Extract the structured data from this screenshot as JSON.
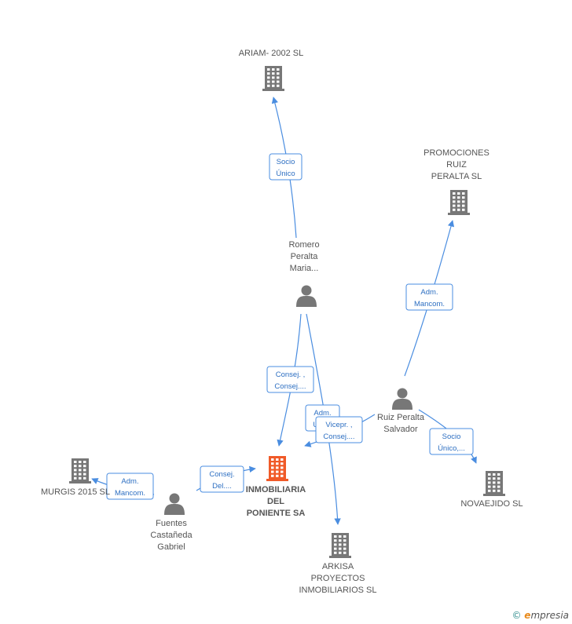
{
  "colors": {
    "edge": "#4a8de0",
    "edge_text": "#2d6fc2",
    "node_gray": "#777777",
    "node_main": "#f05a28"
  },
  "nodes": [
    {
      "id": "ariam",
      "kind": "company",
      "label_lines": [
        "ARIAM- 2002 SL"
      ]
    },
    {
      "id": "promociones",
      "kind": "company",
      "label_lines": [
        "PROMOCIONES",
        "RUIZ",
        "PERALTA SL"
      ]
    },
    {
      "id": "romero",
      "kind": "person",
      "label_lines": [
        "Romero",
        "Peralta",
        "Maria..."
      ]
    },
    {
      "id": "ruiz",
      "kind": "person",
      "label_lines": [
        "Ruiz Peralta",
        "Salvador"
      ]
    },
    {
      "id": "murgis",
      "kind": "company",
      "label_lines": [
        "MURGIS 2015 SL"
      ]
    },
    {
      "id": "inmobiliaria",
      "kind": "company-main",
      "label_lines": [
        "INMOBILIARIA",
        "DEL",
        "PONIENTE SA"
      ]
    },
    {
      "id": "fuentes",
      "kind": "person",
      "label_lines": [
        "Fuentes",
        "Castañeda",
        "Gabriel"
      ]
    },
    {
      "id": "novaejido",
      "kind": "company",
      "label_lines": [
        "NOVAEJIDO SL"
      ]
    },
    {
      "id": "arkisa",
      "kind": "company",
      "label_lines": [
        "ARKISA",
        "PROYECTOS",
        "INMOBILIARIOS SL"
      ]
    }
  ],
  "edges": [
    {
      "from": "romero",
      "to": "ariam",
      "label_lines": [
        "Socio",
        "Único"
      ]
    },
    {
      "from": "ruiz",
      "to": "promociones",
      "label_lines": [
        "Adm.",
        "Mancom."
      ]
    },
    {
      "from": "romero",
      "to": "inmobiliaria",
      "label_lines": [
        "Consej. ,",
        "Consej...."
      ]
    },
    {
      "from": "romero",
      "to": "arkisa",
      "label_lines": [
        "Adm.",
        "Unico"
      ]
    },
    {
      "from": "ruiz",
      "to": "inmobiliaria",
      "label_lines": [
        "Vicepr. ,",
        "Consej...."
      ]
    },
    {
      "from": "ruiz",
      "to": "novaejido",
      "label_lines": [
        "Socio",
        "Único,..."
      ]
    },
    {
      "from": "fuentes",
      "to": "murgis",
      "label_lines": [
        "Adm.",
        "Mancom."
      ]
    },
    {
      "from": "fuentes",
      "to": "inmobiliaria",
      "label_lines": [
        "Consej.",
        "Del...."
      ]
    }
  ],
  "footer": {
    "copyright": "©",
    "brand_initial": "e",
    "brand_rest": "mpresia"
  }
}
